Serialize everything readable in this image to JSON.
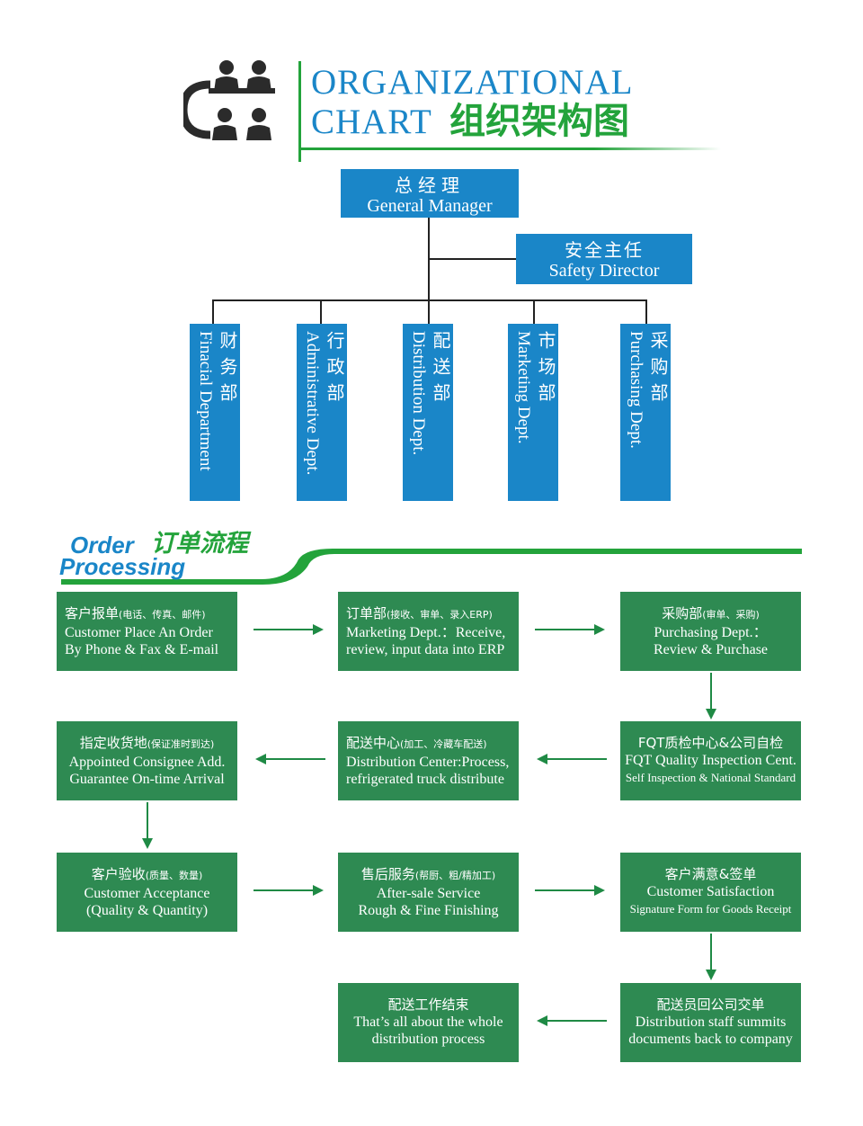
{
  "header": {
    "title_line1": "ORGANIZATIONAL",
    "title_line2": "CHART",
    "title_cn": "组织架构图",
    "icon": "meeting-people-icon"
  },
  "org": {
    "general_manager": {
      "cn": "总经理",
      "en": "General Manager"
    },
    "safety_director": {
      "cn": "安全主任",
      "en": "Safety Director"
    },
    "departments": [
      {
        "cn": "财务部",
        "en": "Finacial Department"
      },
      {
        "cn": "行政部",
        "en": "Administrative Dept."
      },
      {
        "cn": "配送部",
        "en": "Distribution Dept."
      },
      {
        "cn": "市场部",
        "en": "Marketing Dept."
      },
      {
        "cn": "采购部",
        "en": "Purchasing Dept."
      }
    ]
  },
  "order_section": {
    "title_en_1": "Order",
    "title_cn": "订单流程",
    "title_en_2": "Processing"
  },
  "steps": [
    {
      "cn": "客户报单",
      "cn_note": "(电话、传真、邮件)",
      "en1": "Customer Place An Order",
      "en2": "By Phone & Fax & E-mail"
    },
    {
      "cn": "订单部",
      "cn_note": "(接收、审单、录入ERP)",
      "en1": "Marketing Dept.：Receive,",
      "en2": "review, input data into ERP"
    },
    {
      "cn": "采购部",
      "cn_note": "(审单、采购)",
      "en1": "Purchasing Dept.：",
      "en2": "Review & Purchase"
    },
    {
      "cn": "FQT质检中心&公司自检",
      "cn_note": "",
      "en1": "FQT Quality Inspection Cent.",
      "en2": "Self Inspection & National Standard"
    },
    {
      "cn": "配送中心",
      "cn_note": "(加工、冷藏车配送)",
      "en1": "Distribution Center:Process,",
      "en2": "refrigerated truck distribute"
    },
    {
      "cn": "指定收货地",
      "cn_note": "(保证准时到达)",
      "en1": "Appointed Consignee Add.",
      "en2": "Guarantee On-time Arrival"
    },
    {
      "cn": "客户验收",
      "cn_note": "(质量、数量)",
      "en1": "Customer Acceptance",
      "en2": "(Quality & Quantity)"
    },
    {
      "cn": "售后服务",
      "cn_note": "(帮厨、粗/精加工)",
      "en1": "After-sale Service",
      "en2": "Rough  & Fine Finishing"
    },
    {
      "cn": "客户满意&签单",
      "cn_note": "",
      "en1": "Customer Satisfaction",
      "en2": "Signature Form for Goods Receipt"
    },
    {
      "cn": "配送员回公司交单",
      "cn_note": "",
      "en1": "Distribution staff summits",
      "en2": "documents back to company"
    },
    {
      "cn": "配送工作结束",
      "cn_note": "",
      "en1": "That’s all about the whole",
      "en2": "distribution process"
    }
  ],
  "colors": {
    "blue": "#1a86c8",
    "green_text": "#23a33b",
    "step_green": "#2e8a52",
    "arrow_green": "#1f8a45"
  }
}
